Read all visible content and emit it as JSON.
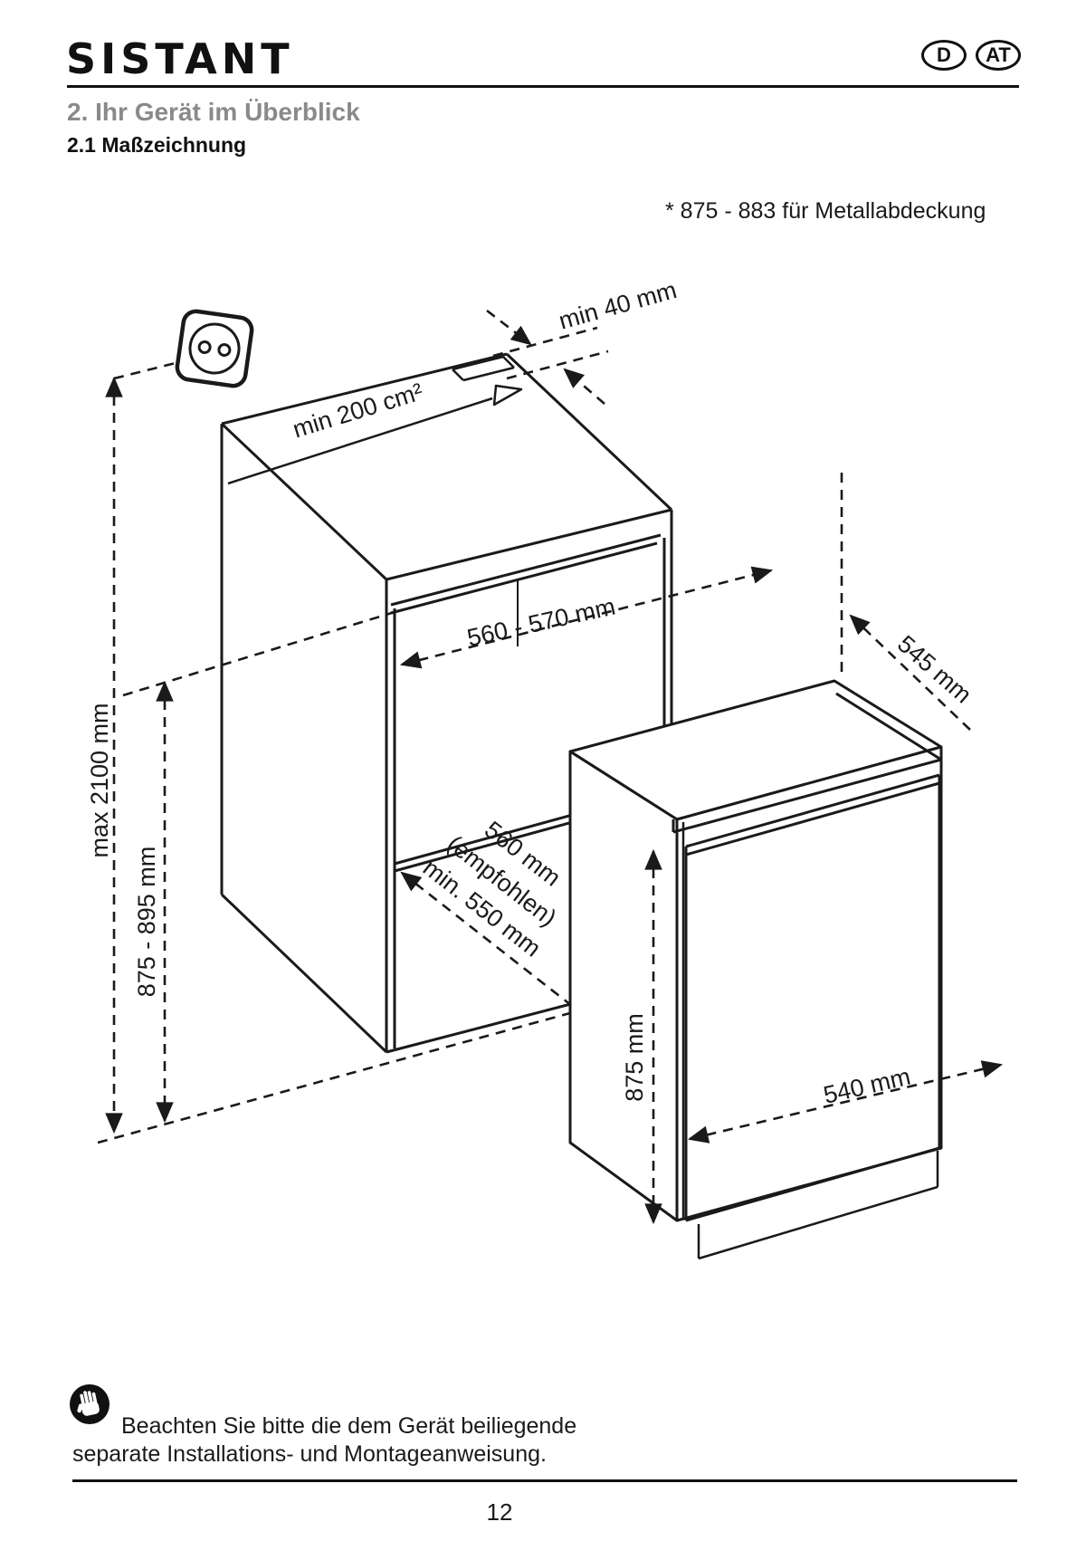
{
  "header": {
    "brand": "SISTANT",
    "badges": [
      {
        "label": "D"
      },
      {
        "label": "AT"
      }
    ]
  },
  "heading": {
    "section": "2. Ihr Gerät im Überblick",
    "subsection": "2.1 Maßzeichnung"
  },
  "note": "* 875 - 883 für Metallabdeckung",
  "diagram": {
    "description": "Maßzeichnung Einbaunische und Gerät",
    "labels": {
      "min_gap_top": "min 40 mm",
      "vent_area": "min 200 cm²",
      "niche_width": "560 - 570 mm",
      "max_height": "max 2100 mm",
      "niche_height": "875 - 895 mm",
      "niche_depth_line1": "560 mm",
      "niche_depth_line2": "(empfohlen)",
      "niche_depth_line3": "min. 550 mm",
      "appliance_depth": "545 mm",
      "appliance_height": "875 mm",
      "appliance_width": "540 mm"
    },
    "line_color": "#1a1a1a"
  },
  "footer": {
    "icon": "stop-hand-icon",
    "note_line1": "Beachten Sie bitte die dem Gerät beiliegende",
    "note_line2": "separate Installations- und Montageanweisung.",
    "page_number": "12"
  }
}
